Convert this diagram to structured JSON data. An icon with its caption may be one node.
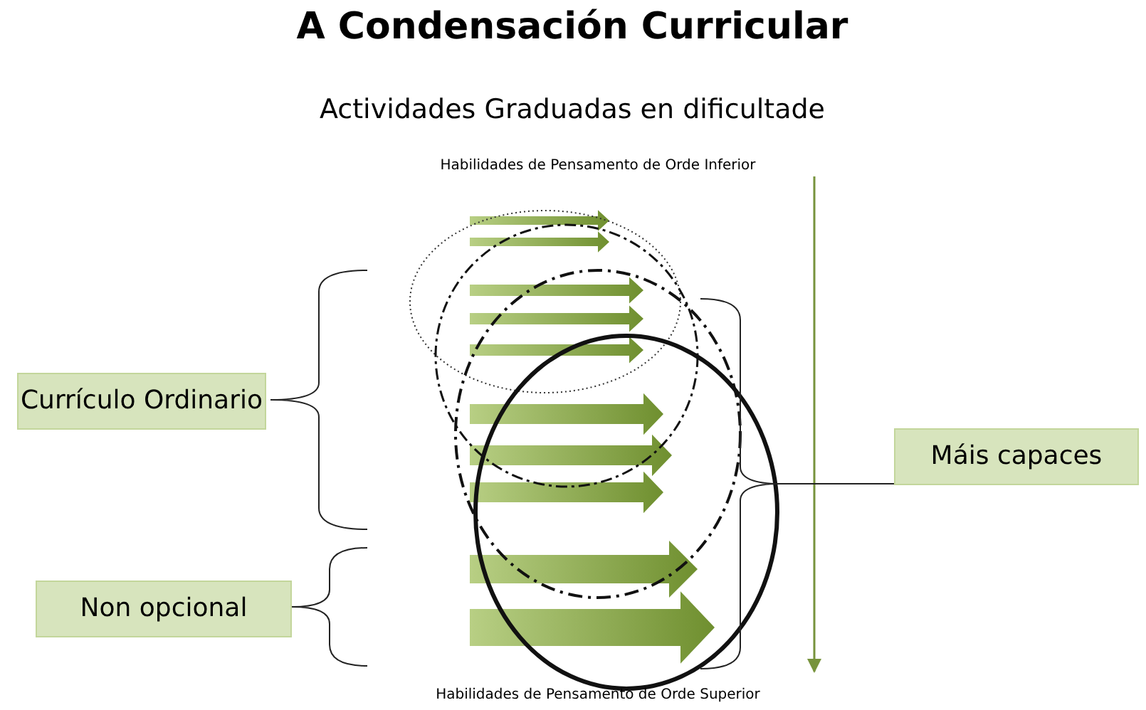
{
  "diagram": {
    "title": "A Condensación Curricular",
    "nodes": [
      {
        "text": [
          "Currículo Ordinario"
        ]
      },
      {
        "text": [
          "Non opcional"
        ]
      },
      {
        "text": [
          "Máis capaces"
        ]
      }
    ],
    "edges": [],
    "labels": [
      "Actividades Graduadas en dificultade",
      "Habilidades de Pensamento de Orde Inferior",
      "Habilidades de Pensamento de Orde Superior"
    ]
  }
}
